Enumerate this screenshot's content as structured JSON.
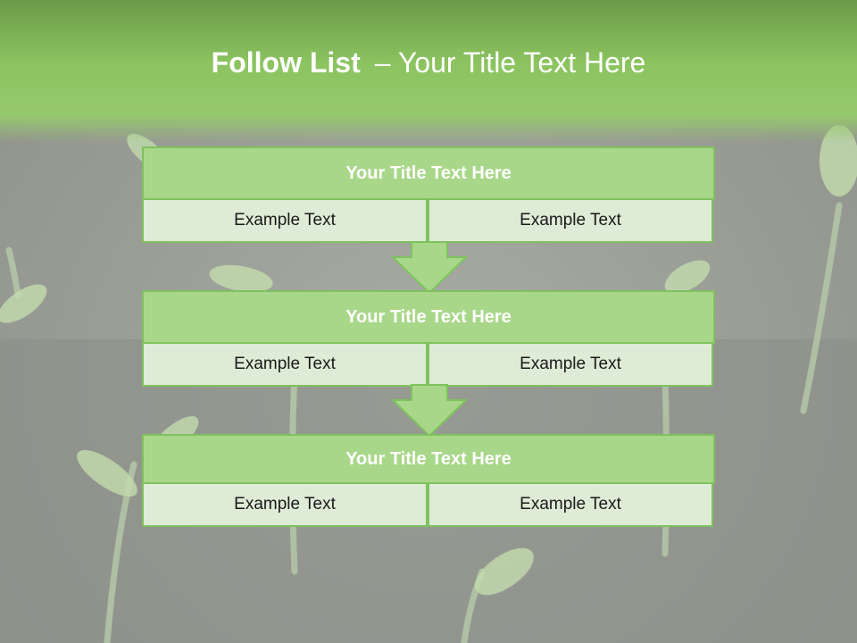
{
  "slide": {
    "title_bold": "Follow List",
    "title_rest": "– Your Title Text Here"
  },
  "blocks": [
    {
      "title": "Your Title Text Here",
      "cells": [
        "Example Text",
        "Example Text"
      ]
    },
    {
      "title": "Your Title Text Here",
      "cells": [
        "Example Text",
        "Example Text"
      ]
    },
    {
      "title": "Your Title Text Here",
      "cells": [
        "Example Text",
        "Example Text"
      ]
    }
  ],
  "colors": {
    "header_green": "#8cc460",
    "box_title_fill": "#a9d78a",
    "box_border": "#7fc25e",
    "cell_fill": "#deebd6",
    "arrow_fill": "#a9d78a"
  }
}
